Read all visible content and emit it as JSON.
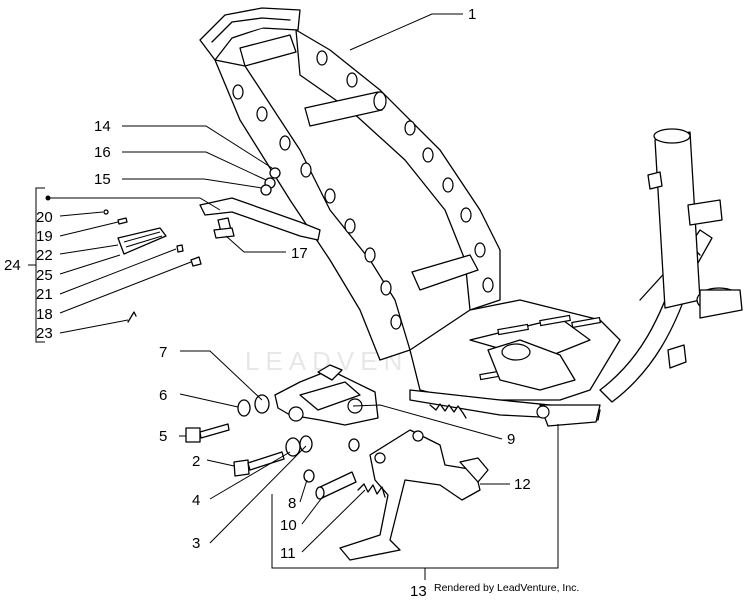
{
  "labels": {
    "p1": "1",
    "p2": "2",
    "p3": "3",
    "p4": "4",
    "p5": "5",
    "p6": "6",
    "p7": "7",
    "p8": "8",
    "p9": "9",
    "p10": "10",
    "p11": "11",
    "p12": "12",
    "p13": "13",
    "p14": "14",
    "p15": "15",
    "p16": "16",
    "p17": "17",
    "p18": "18",
    "p19": "19",
    "p20": "20",
    "p21": "21",
    "p22": "22",
    "p23": "23",
    "p24": "24",
    "p25": "25"
  },
  "watermark": "LEADVENTURE",
  "credit": "Rendered by LeadVenture, Inc."
}
